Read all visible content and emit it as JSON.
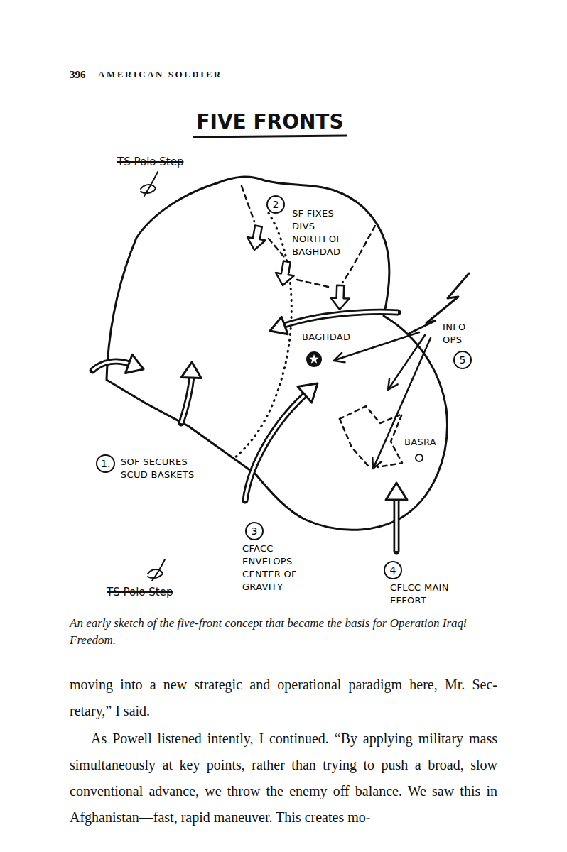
{
  "diagram": {
    "title": "FIVE FRONTS",
    "caption": "An early sketch of the five-front concept that became the basis for Operation Iraqi Freedom.",
    "nodes": [
      {
        "text": [
          "2",
          "SF FIXES DIVS NORTH OF BAGHDAD"
        ]
      },
      {
        "text": [
          "INFO OPS",
          "5"
        ]
      },
      {
        "text": [
          "1.",
          "SOF SECURES SCUD BASKETS"
        ]
      },
      {
        "text": [
          "3",
          "CFACC ENVELOPS CENTER OF GRAVITY"
        ]
      },
      {
        "text": [
          "4",
          "CFLCC MAIN EFFORT"
        ]
      }
    ],
    "labels": [
      "396",
      "AMERICAN SOLDIER",
      "TS Polo Step",
      "BAGHDAD",
      "BASRA",
      "TS Polo Step",
      "moving into a new strategic and operational paradigm here, Mr. Sec-retary,” I said.",
      "As Powell listened intently, I continued. “By applying military mass simultaneously at key points, rather than trying to push a broad, slow conventional advance, we throw the enemy off balance. We saw this in Afghanistan—fast, rapid maneuver. This creates mo-"
    ]
  }
}
